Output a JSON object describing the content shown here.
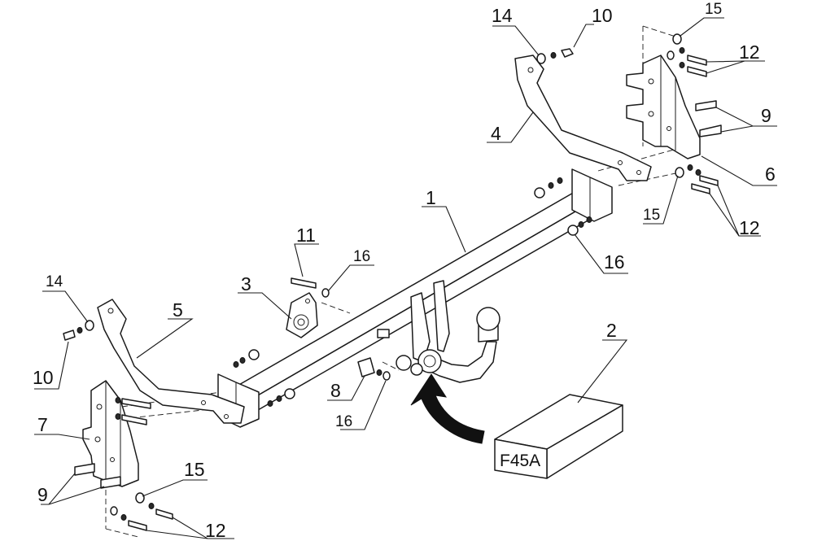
{
  "callouts": {
    "p1": "1",
    "p2": "2",
    "p3": "3",
    "p4": "4",
    "p5": "5",
    "p6": "6",
    "p7": "7",
    "p8": "8",
    "p9a": "9",
    "p9b": "9",
    "p10a": "10",
    "p10b": "10",
    "p11": "11",
    "p12a": "12",
    "p12b": "12",
    "p12c": "12",
    "p14a": "14",
    "p14b": "14",
    "p15a": "15",
    "p15b": "15",
    "p15c": "15",
    "p16a": "16",
    "p16b": "16",
    "p16c": "16"
  },
  "kit_box": {
    "label": "F45A"
  }
}
